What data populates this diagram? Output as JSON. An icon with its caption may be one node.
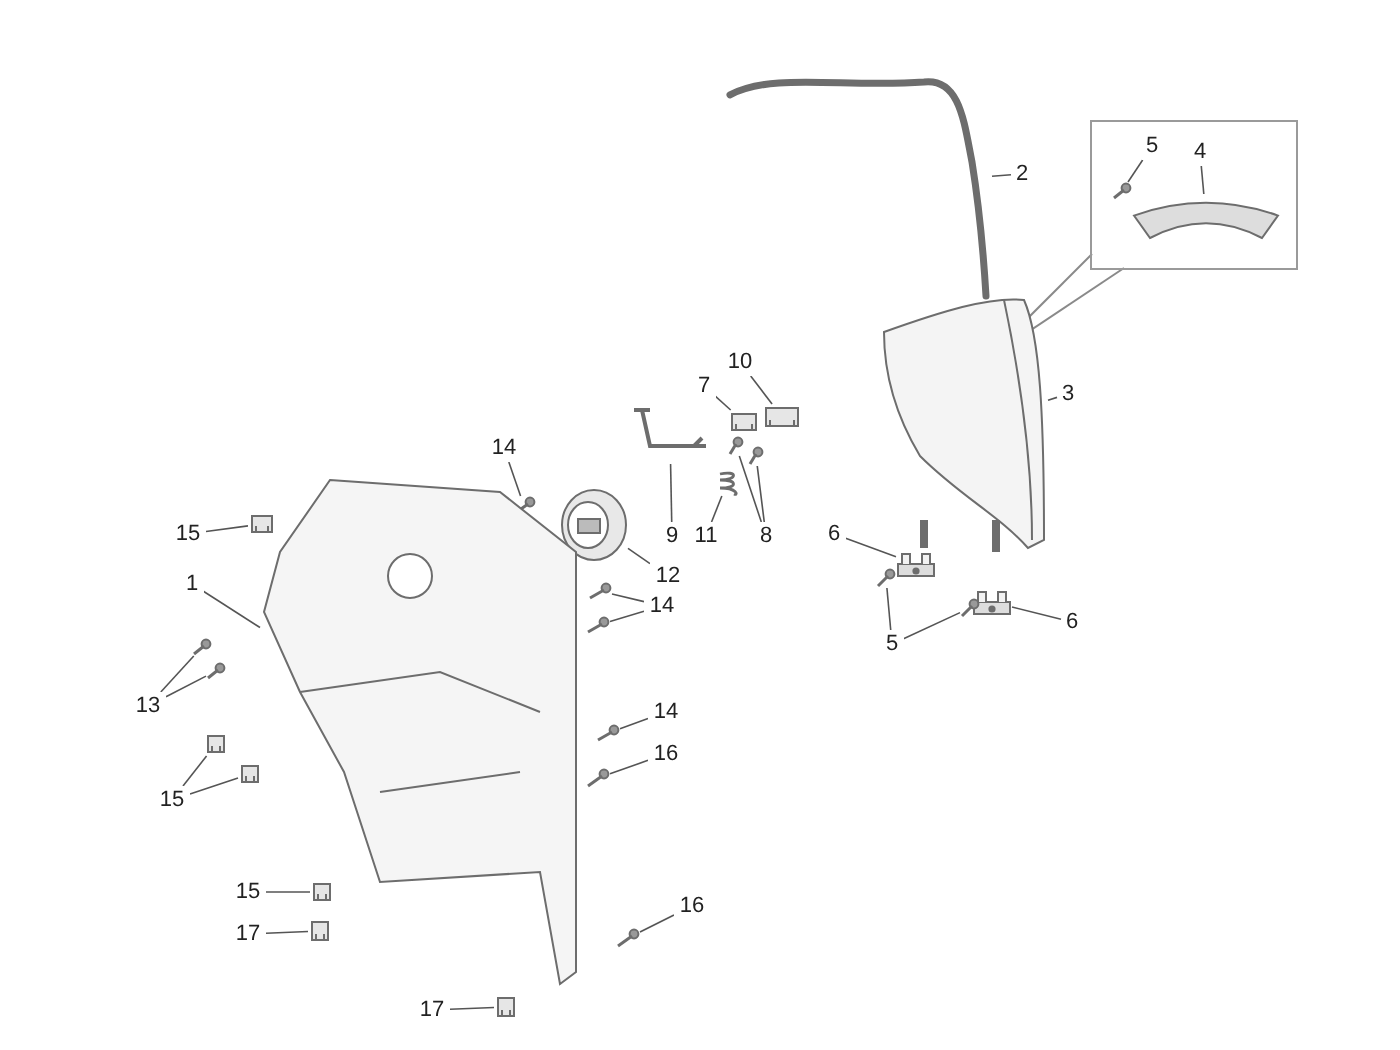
{
  "diagram": {
    "nodes": [
      {
        "text": [
          "2"
        ]
      },
      {
        "text": [],
        "shape": "picture"
      },
      {
        "text": [],
        "shape": "box"
      },
      {
        "text": [
          "5"
        ],
        "in": 2
      },
      {
        "text": [
          "4"
        ],
        "in": 2
      },
      {
        "text": [],
        "shape": "picture",
        "in": 2
      },
      {
        "text": [],
        "shape": "picture",
        "in": 2
      },
      {
        "text": [
          "3"
        ]
      },
      {
        "text": [],
        "shape": "picture"
      },
      {
        "text": [
          "6"
        ]
      },
      {
        "text": [],
        "shape": "picture"
      },
      {
        "text": [
          "6"
        ]
      },
      {
        "text": [],
        "shape": "picture"
      },
      {
        "text": [
          "5"
        ]
      },
      {
        "text": [],
        "shape": "picture"
      },
      {
        "text": [],
        "shape": "picture"
      },
      {
        "text": [
          "10"
        ]
      },
      {
        "text": [
          "7"
        ]
      },
      {
        "text": [],
        "shape": "picture"
      },
      {
        "text": [],
        "shape": "picture"
      },
      {
        "text": [],
        "shape": "picture"
      },
      {
        "text": [],
        "shape": "picture"
      },
      {
        "text": [],
        "shape": "picture"
      },
      {
        "text": [],
        "shape": "picture"
      },
      {
        "text": [
          "9"
        ]
      },
      {
        "text": [
          "11"
        ]
      },
      {
        "text": [
          "8"
        ]
      },
      {
        "text": [
          "14"
        ]
      },
      {
        "text": [],
        "shape": "picture"
      },
      {
        "text": [],
        "shape": "picture"
      },
      {
        "text": [
          "12"
        ]
      },
      {
        "text": [
          "15"
        ]
      },
      {
        "text": [],
        "shape": "picture"
      },
      {
        "text": [
          "1"
        ]
      },
      {
        "text": [],
        "shape": "picture"
      },
      {
        "text": [
          "13"
        ]
      },
      {
        "text": [],
        "shape": "picture"
      },
      {
        "text": [],
        "shape": "picture"
      },
      {
        "text": [
          "14"
        ]
      },
      {
        "text": [],
        "shape": "picture"
      },
      {
        "text": [],
        "shape": "picture"
      },
      {
        "text": [
          "15"
        ]
      },
      {
        "text": [],
        "shape": "picture"
      },
      {
        "text": [],
        "shape": "picture"
      },
      {
        "text": [
          "14"
        ]
      },
      {
        "text": [],
        "shape": "picture"
      },
      {
        "text": [
          "16"
        ]
      },
      {
        "text": [],
        "shape": "picture"
      },
      {
        "text": [
          "15"
        ]
      },
      {
        "text": [],
        "shape": "picture"
      },
      {
        "text": [
          "17"
        ]
      },
      {
        "text": [],
        "shape": "picture"
      },
      {
        "text": [
          "16"
        ]
      },
      {
        "text": [],
        "shape": "picture"
      },
      {
        "text": [
          "17"
        ]
      },
      {
        "text": [],
        "shape": "picture"
      }
    ],
    "edges": [
      {
        "from": 0,
        "to": 1,
        "arrow": "none"
      },
      {
        "from": 3,
        "to": 5,
        "arrow": "none"
      },
      {
        "from": 4,
        "to": 6,
        "arrow": "none"
      },
      {
        "from": 7,
        "to": 8,
        "arrow": "none"
      },
      {
        "from": 9,
        "to": 10,
        "arrow": "none"
      },
      {
        "from": 11,
        "to": 12,
        "arrow": "none"
      },
      {
        "from": 13,
        "to": 14,
        "arrow": "none"
      },
      {
        "from": 13,
        "to": 15,
        "arrow": "none"
      },
      {
        "from": 16,
        "to": 18,
        "arrow": "none"
      },
      {
        "from": 17,
        "to": 19,
        "arrow": "none"
      },
      {
        "from": 26,
        "to": 20,
        "arrow": "none"
      },
      {
        "from": 26,
        "to": 21,
        "arrow": "none"
      },
      {
        "from": 24,
        "to": 22,
        "arrow": "none"
      },
      {
        "from": 25,
        "to": 23,
        "arrow": "none"
      },
      {
        "from": 27,
        "to": 28,
        "arrow": "none"
      },
      {
        "from": 30,
        "to": 29,
        "arrow": "none"
      },
      {
        "from": 31,
        "to": 32,
        "arrow": "none"
      },
      {
        "from": 33,
        "to": 34,
        "arrow": "none"
      },
      {
        "from": 35,
        "to": 36,
        "arrow": "none"
      },
      {
        "from": 35,
        "to": 37,
        "arrow": "none"
      },
      {
        "from": 38,
        "to": 39,
        "arrow": "none"
      },
      {
        "from": 38,
        "to": 40,
        "arrow": "none"
      },
      {
        "from": 41,
        "to": 42,
        "arrow": "none"
      },
      {
        "from": 41,
        "to": 43,
        "arrow": "none"
      },
      {
        "from": 44,
        "to": 45,
        "arrow": "none"
      },
      {
        "from": 46,
        "to": 47,
        "arrow": "none"
      },
      {
        "from": 48,
        "to": 49,
        "arrow": "none"
      },
      {
        "from": 50,
        "to": 51,
        "arrow": "none"
      },
      {
        "from": 52,
        "to": 53,
        "arrow": "none"
      },
      {
        "from": 54,
        "to": 55,
        "arrow": "none"
      }
    ]
  }
}
